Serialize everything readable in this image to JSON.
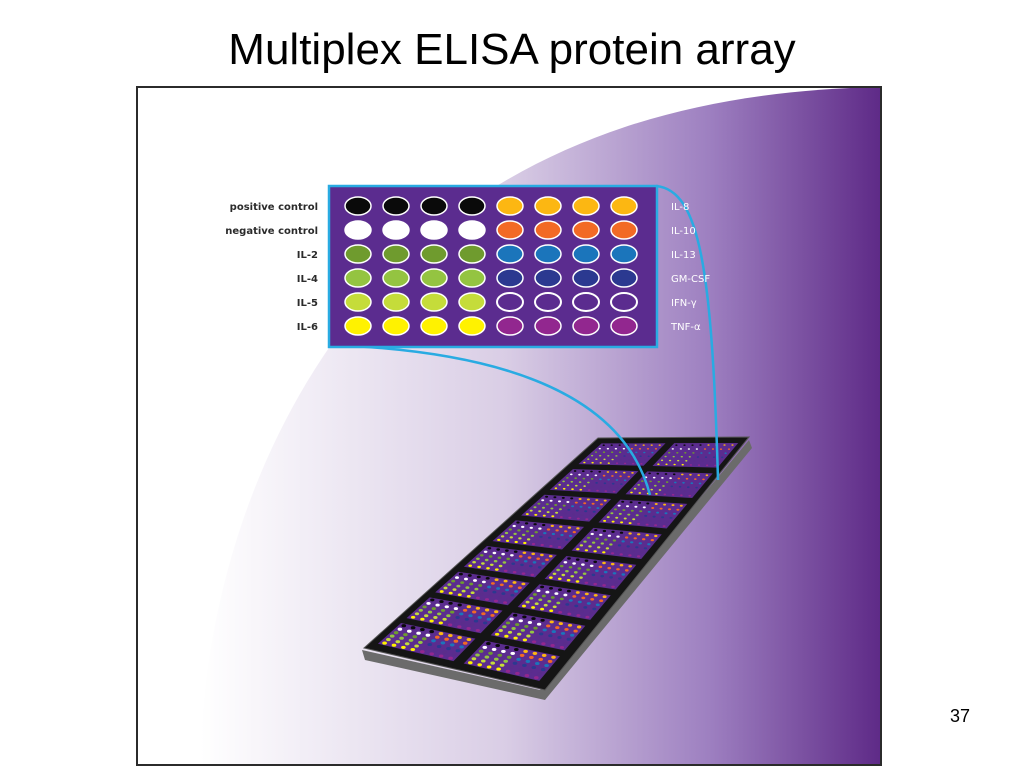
{
  "title": "Multiplex ELISA protein array",
  "page_number": "37",
  "array": {
    "left_labels": [
      "positive control",
      "negative control",
      "IL-2",
      "IL-4",
      "IL-5",
      "IL-6"
    ],
    "right_labels": [
      "IL-8",
      "IL-10",
      "IL-13",
      "GM-CSF",
      "IFN-γ",
      "TNF-α"
    ],
    "left_colors": [
      "#0a0a0a",
      "#ffffff",
      "#6f9b2e",
      "#94c441",
      "#c5dc3a",
      "#fff200"
    ],
    "right_colors": [
      "#fcb712",
      "#f26a25",
      "#1b75bb",
      "#2b3990",
      "#5a2d8c",
      "#92278f"
    ],
    "right_outline": [
      false,
      false,
      false,
      false,
      true,
      false
    ]
  },
  "colors": {
    "purple_dark": "#5e2a87",
    "array_bg": "#5b2c8f",
    "connector": "#29abe2",
    "plate_top": "#1a1a1a",
    "plate_edge": "#6b6b6b"
  }
}
